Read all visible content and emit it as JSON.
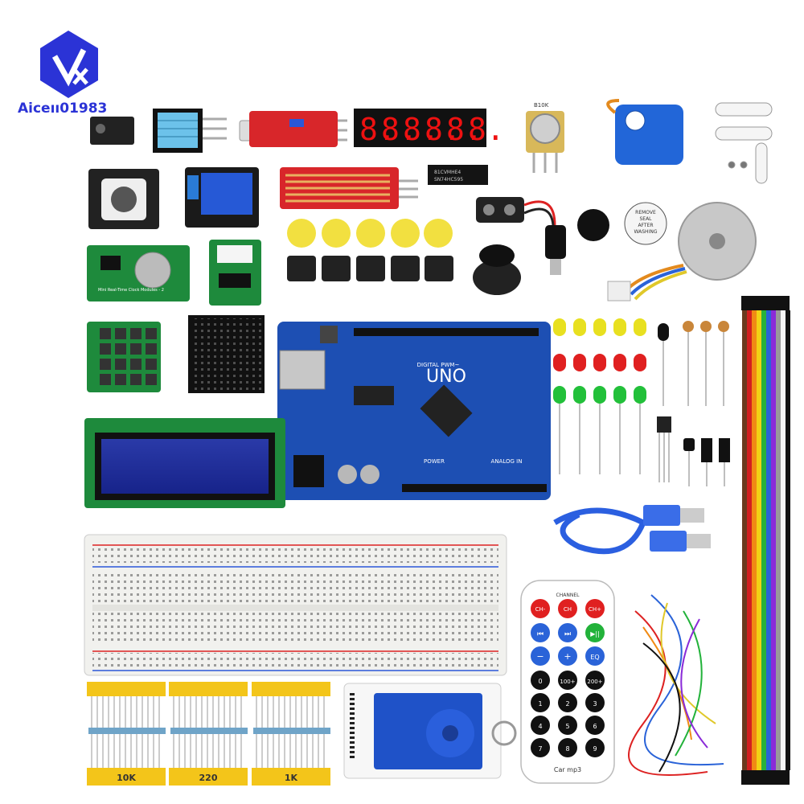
{
  "brand": {
    "name": "Aiceıı01983",
    "logo_color": "#2b33d6"
  },
  "uno_board": {
    "name": "UNO",
    "subtitle": "DIGITAL PWM~",
    "power_label": "POWER",
    "analog_label": "ANALOG IN",
    "color": "#1f4fa8"
  },
  "seven_segment": {
    "digits": [
      "8.",
      "8.",
      "8.",
      "8.",
      "8.",
      "8."
    ]
  },
  "ic_chip": {
    "line1": "81CVMHE4",
    "line2": "SN74HC595"
  },
  "buzzer_sticker": {
    "lines": [
      "REMOVE",
      "SEAL",
      "AFTER",
      "WASHING"
    ]
  },
  "rtc_module": {
    "label": "Mini Real-Time Clock Modules - 2"
  },
  "potentiometer": {
    "label": "B10K"
  },
  "resistor_strips": [
    {
      "label": "10K"
    },
    {
      "label": "220"
    },
    {
      "label": "1K"
    }
  ],
  "remote": {
    "channel_label": "CHANNEL",
    "rows": [
      [
        "CH-",
        "CH",
        "CH+"
      ],
      [
        "⏮",
        "⏭",
        "▶︎||"
      ],
      [
        "−",
        "+",
        "EQ"
      ],
      [
        "0",
        "100+",
        "200+"
      ],
      [
        "1",
        "2",
        "3"
      ],
      [
        "4",
        "5",
        "6"
      ],
      [
        "7",
        "8",
        "9"
      ]
    ],
    "brand": "Car mp3"
  },
  "colors": {
    "pcb_green": "#1e8a3c",
    "pcb_blue": "#1d4fb3",
    "led_yellow": "#e8e020",
    "led_red": "#e02020",
    "led_green": "#22c03a",
    "breadboard": "#f1f1ee",
    "strip_yellow": "#f3c51a"
  }
}
